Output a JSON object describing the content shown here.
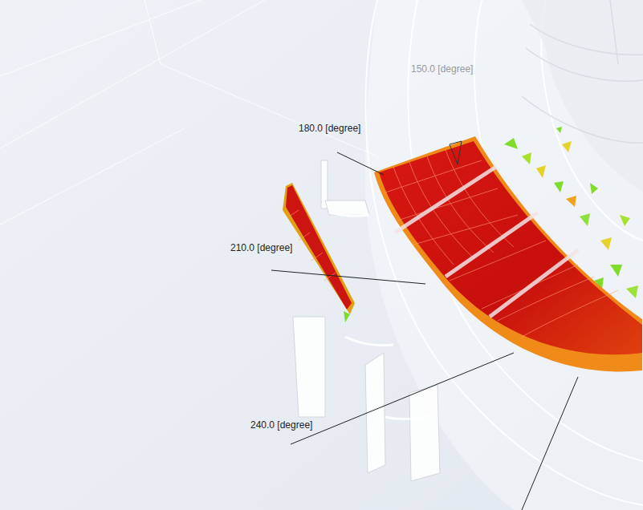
{
  "diagram": {
    "labels": [
      "150.0 [degree]",
      "180.0 [degree]",
      "210.0 [degree]",
      "240.0 [degree]"
    ]
  }
}
